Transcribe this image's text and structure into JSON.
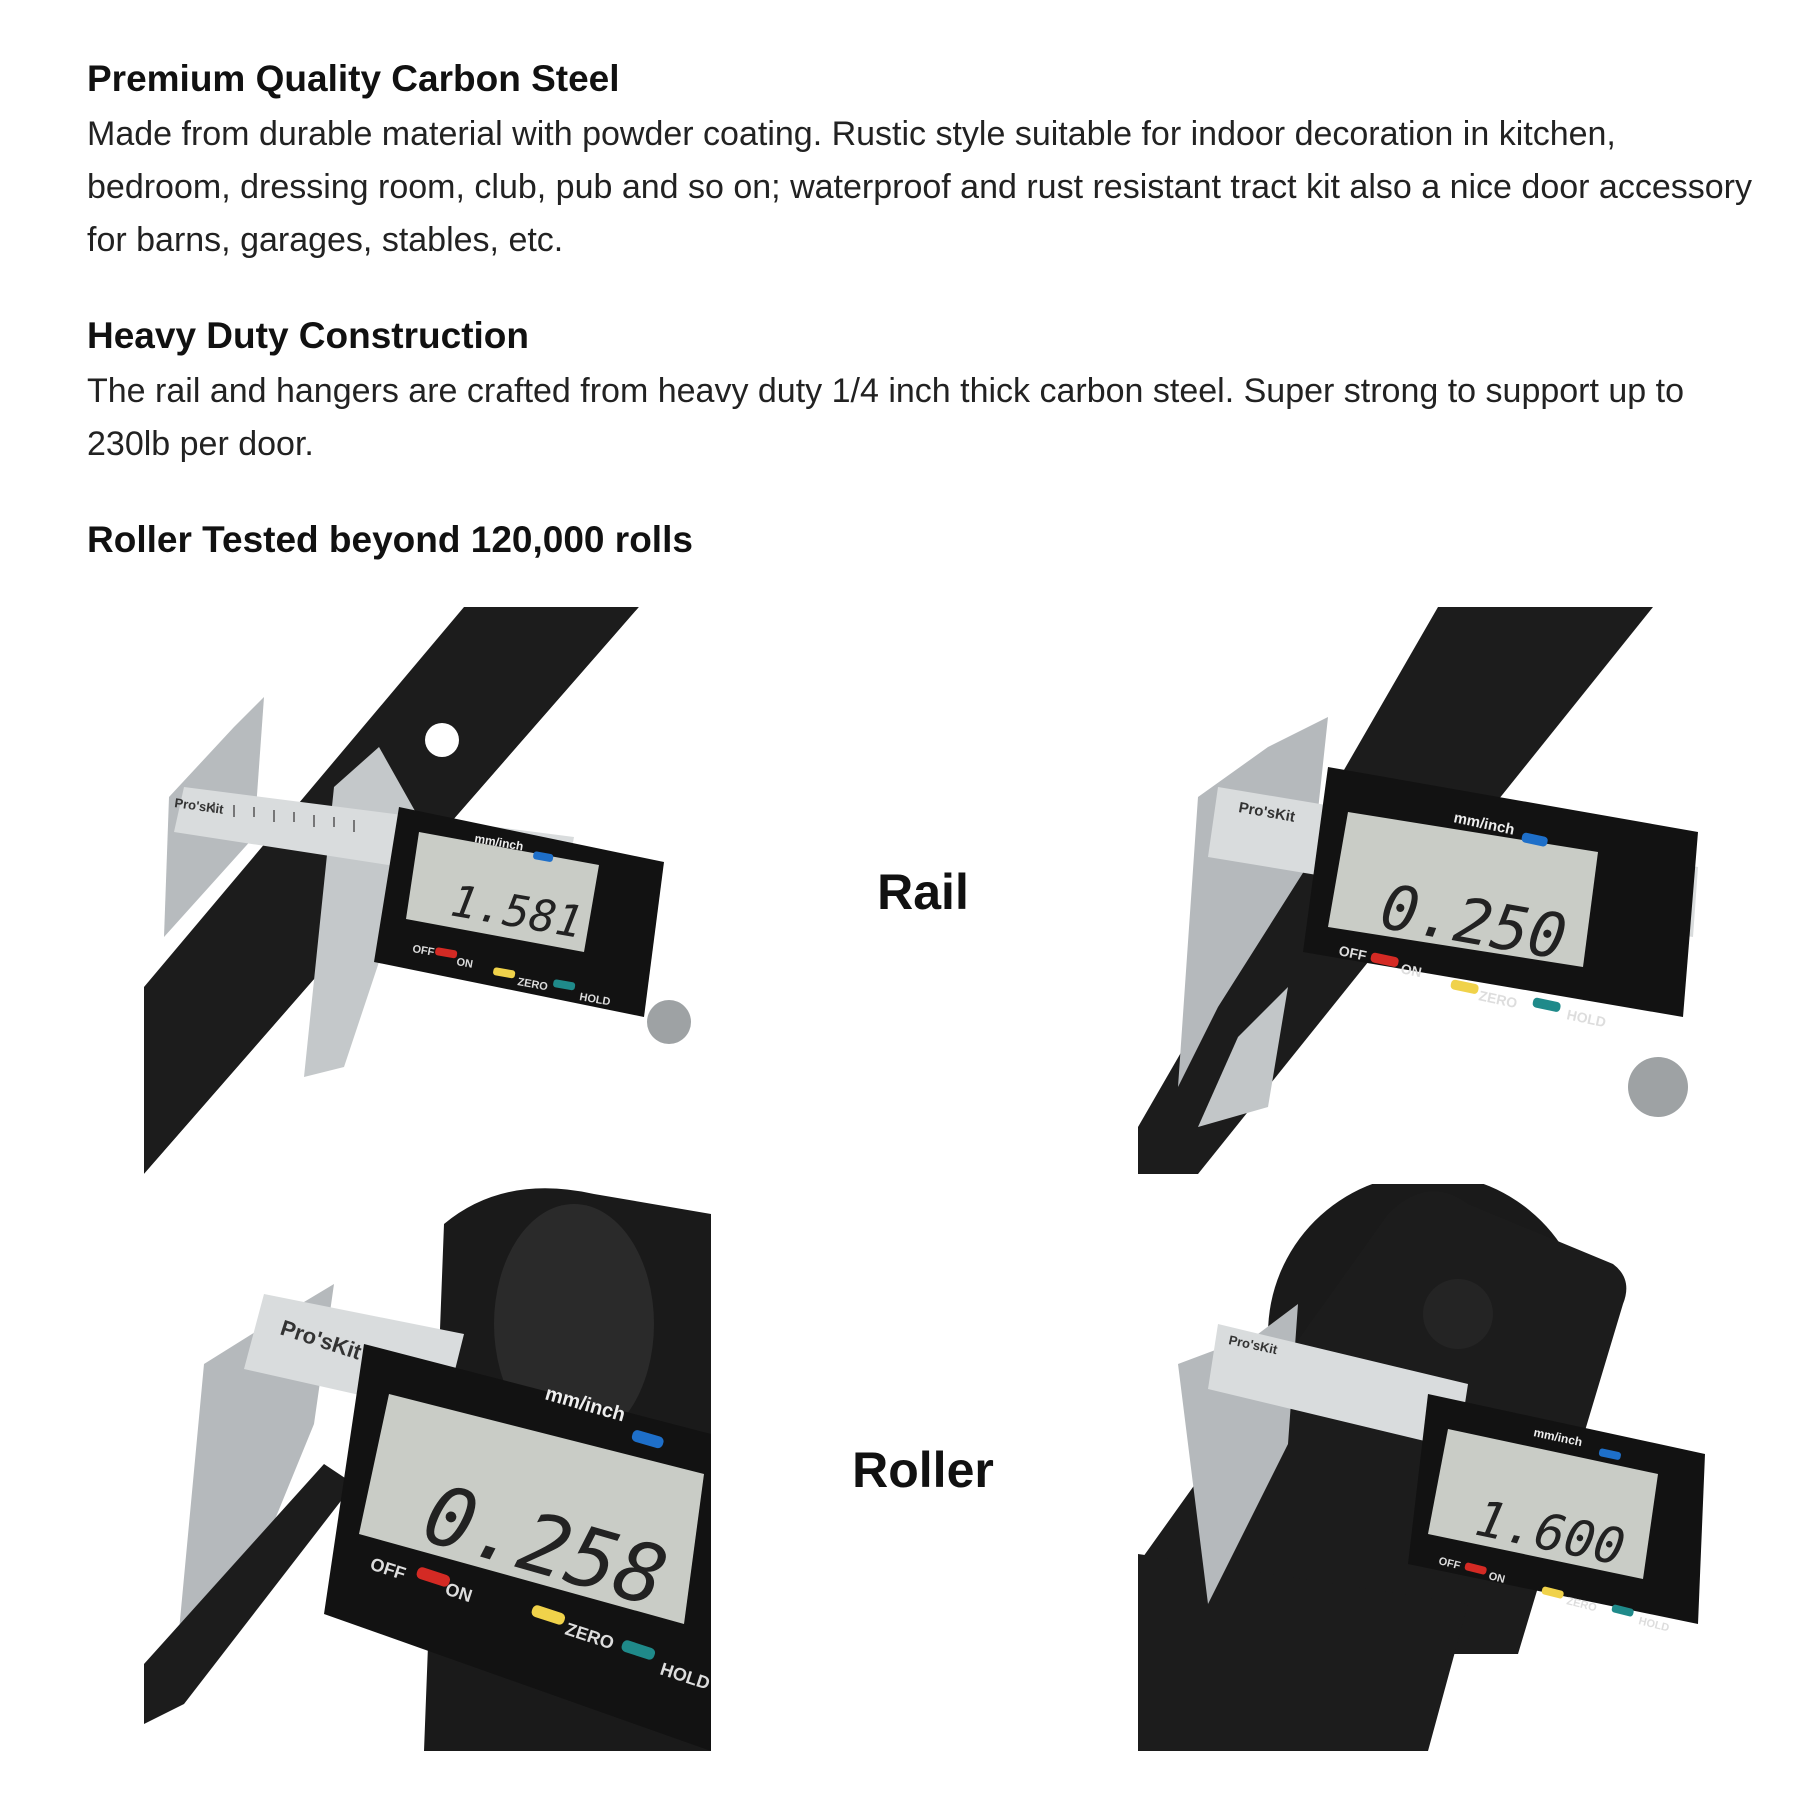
{
  "sections": [
    {
      "title": "Premium Quality Carbon Steel",
      "body": "Made from durable material with powder coating. Rustic style suitable for indoor decoration in kitchen, bedroom, dressing room, club, pub and so on; waterproof and rust resistant tract kit also a nice door accessory for barns, garages, stables, etc."
    },
    {
      "title": "Heavy Duty Construction",
      "body": "The rail and hangers are crafted from heavy duty 1/4 inch thick carbon steel. Super strong to support up to 230lb per door."
    },
    {
      "title": "Roller Tested beyond 120,000 rolls",
      "body": ""
    }
  ],
  "gallery": {
    "row_labels": {
      "rail": "Rail",
      "roller": "Roller"
    },
    "photos": [
      {
        "reading": "1.581",
        "unit": "in",
        "brand": "Pro'sKit",
        "mode": "mm/inch",
        "btn_off": "OFF",
        "btn_on": "ON",
        "btn_zero": "ZERO",
        "btn_hold": "HOLD"
      },
      {
        "reading": "0.250",
        "unit": "in",
        "brand": "Pro'sKit",
        "mode": "mm/inch",
        "btn_off": "OFF",
        "btn_on": "ON",
        "btn_zero": "ZERO",
        "btn_hold": "HOLD"
      },
      {
        "reading": "0.258",
        "unit": "in",
        "brand": "Pro'sKit",
        "mode": "mm/inch",
        "btn_off": "OFF",
        "btn_on": "ON",
        "btn_zero": "ZERO",
        "btn_hold": "HOLD"
      },
      {
        "reading": "1.600",
        "unit": "in",
        "brand": "Pro'sKit",
        "mode": "mm/inch",
        "btn_off": "OFF",
        "btn_on": "ON",
        "btn_zero": "ZERO",
        "btn_hold": "HOLD"
      }
    ]
  },
  "colors": {
    "steel_black": "#1c1c1c",
    "lcd_bg": "#c9ccc6",
    "caliper_silver": "#cfd2d4",
    "btn_red": "#d42a24",
    "btn_yellow": "#f0d24a",
    "btn_teal": "#1f8a8a",
    "btn_blue": "#1e6fc9"
  }
}
